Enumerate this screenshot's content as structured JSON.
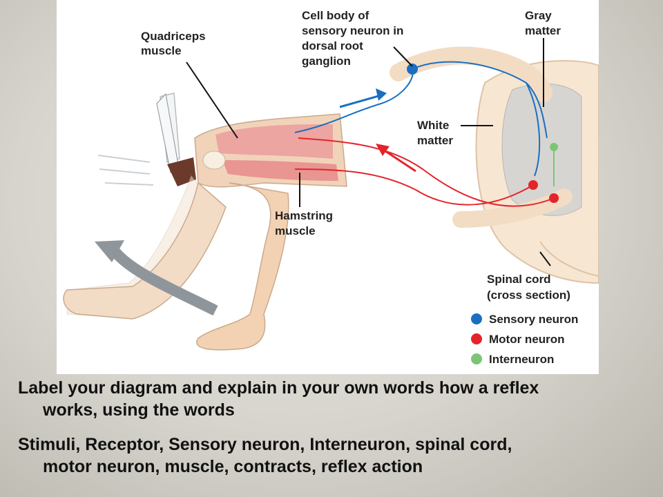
{
  "diagram": {
    "labels": {
      "quadriceps": [
        "Quadriceps",
        "muscle"
      ],
      "cell_body": [
        "Cell body of",
        "sensory neuron in",
        "dorsal root",
        "ganglion"
      ],
      "gray_matter": [
        "Gray",
        "matter"
      ],
      "white_matter": [
        "White",
        "matter"
      ],
      "hamstring": [
        "Hamstring",
        "muscle"
      ],
      "spinal_cord": [
        "Spinal cord",
        "(cross section)"
      ]
    },
    "legend": [
      {
        "label": "Sensory neuron",
        "color": "#1a6fc0"
      },
      {
        "label": "Motor neuron",
        "color": "#e4242b"
      },
      {
        "label": "Interneuron",
        "color": "#7cc576"
      }
    ]
  },
  "caption": {
    "line1a": "Label your diagram and explain in your own words how a reflex",
    "line1b": "works, using the words",
    "line2a": "Stimuli, Receptor, Sensory neuron, Interneuron, spinal cord,",
    "line2b": "motor neuron, muscle, contracts, reflex action"
  }
}
